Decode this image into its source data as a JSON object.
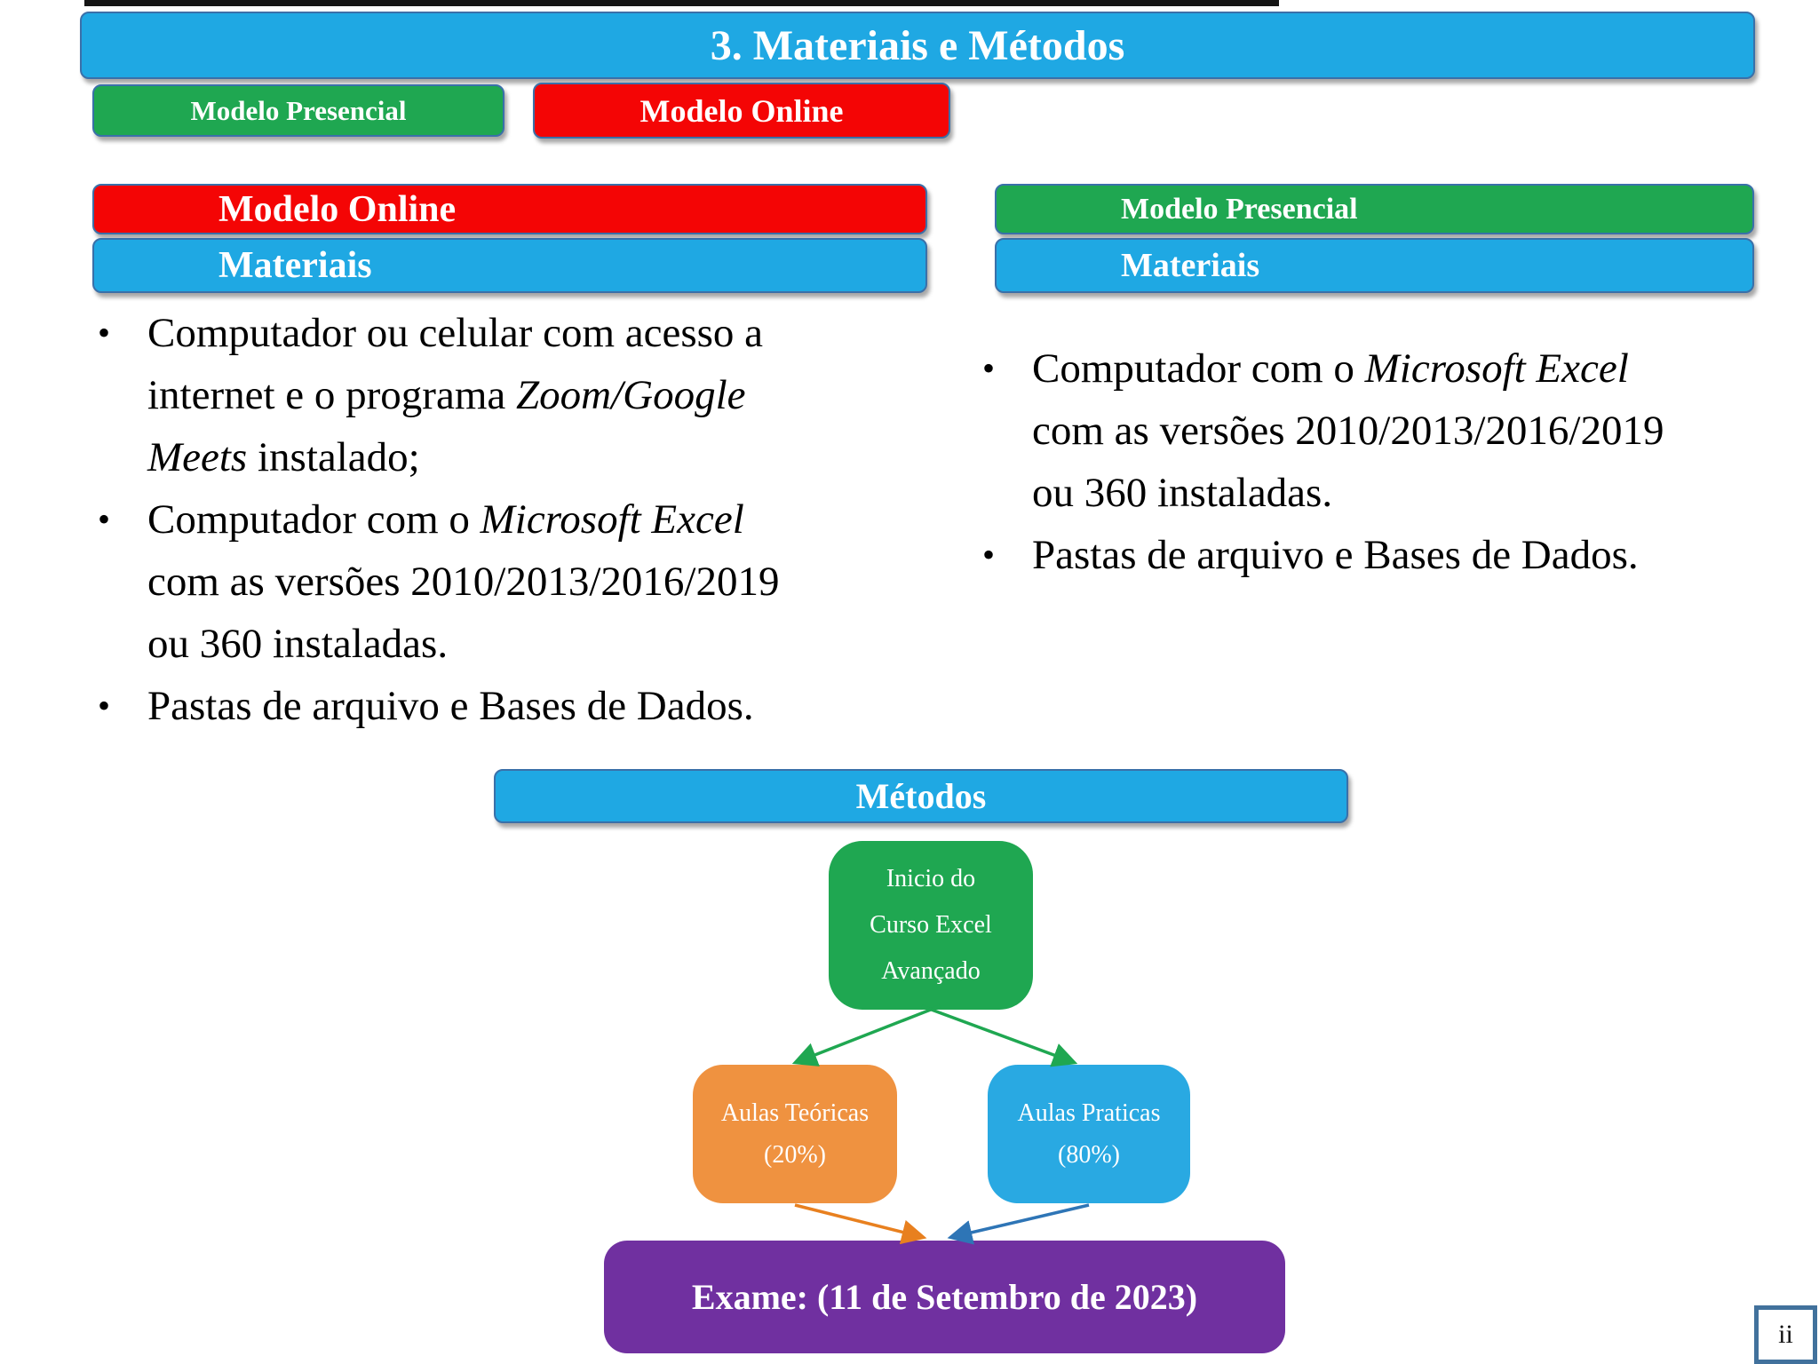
{
  "colors": {
    "banner_blue": "#1fa8e3",
    "banner_green": "#1fa751",
    "banner_red": "#f40505",
    "flow_orange": "#ef9240",
    "flow_blue": "#29a9e2",
    "flow_purple": "#7030a0",
    "arrow_green": "#1fa751",
    "arrow_orange": "#e8801f",
    "arrow_blue": "#2e75b6",
    "banner_border": "#3a70a9",
    "page_box_border": "#41719c"
  },
  "header": {
    "title": "3. Materiais e Métodos",
    "tabs": [
      {
        "label": "Modelo Presencial"
      },
      {
        "label": "Modelo Online"
      }
    ]
  },
  "left_panel": {
    "header": "Modelo Online",
    "subheader": "Materiais",
    "bullets": [
      [
        {
          "text": "Computador ou celular com acesso a internet e o programa "
        },
        {
          "text": "Zoom/Google Meets",
          "italic": true
        },
        {
          "text": " instalado;"
        }
      ],
      [
        {
          "text": "Computador com o "
        },
        {
          "text": "Microsoft Excel",
          "italic": true
        },
        {
          "text": " com as versões 2010/2013/2016/2019 ou 360 instaladas."
        }
      ],
      [
        {
          "text": "Pastas de arquivo e Bases de Dados."
        }
      ]
    ]
  },
  "right_panel": {
    "header": "Modelo Presencial",
    "subheader": "Materiais",
    "bullets": [
      [
        {
          "text": "Computador com o "
        },
        {
          "text": "Microsoft Excel",
          "italic": true
        },
        {
          "text": " com as versões 2010/2013/2016/2019 ou 360 instaladas."
        }
      ],
      [
        {
          "text": "Pastas de arquivo e Bases de Dados."
        }
      ]
    ]
  },
  "methods": {
    "header": "Métodos",
    "flow": {
      "start_lines": [
        "Inicio do",
        "Curso Excel",
        "Avançado"
      ],
      "theory_lines": [
        "Aulas Teóricas",
        "(20%)"
      ],
      "practice_lines": [
        "Aulas Praticas",
        "(80%)"
      ],
      "exam": "Exame: (11 de Setembro de 2023)"
    }
  },
  "footer": {
    "page_number": "ii"
  }
}
